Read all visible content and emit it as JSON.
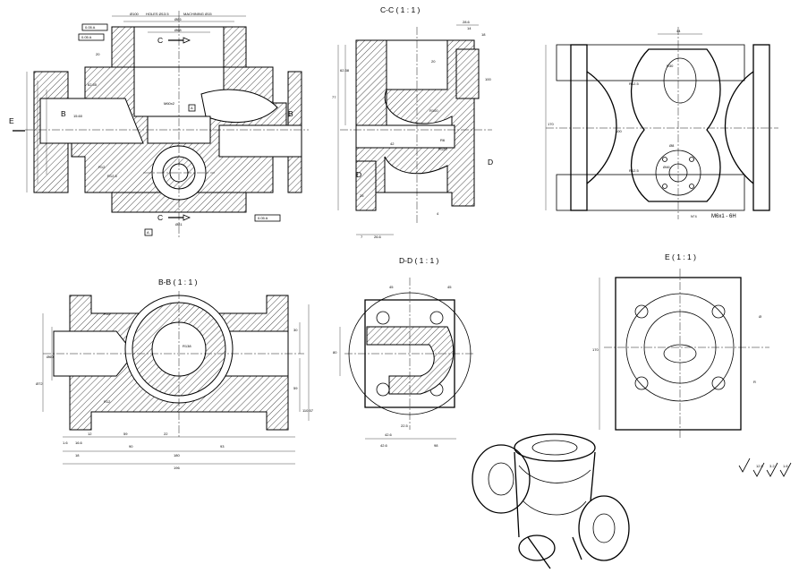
{
  "views": {
    "cc_title": "C-C ( 1 : 1 )",
    "bb_title": "B-B ( 1 : 1 )",
    "dd_title": "D-D ( 1 : 1 )",
    "e_title": "E ( 1 : 1 )"
  },
  "section_markers": {
    "c": "C",
    "b": "B",
    "d": "D",
    "e": "E"
  },
  "front_view": {
    "dims": [
      "Ø100",
      "HOLES Ø13.5",
      "MACHINING Ø15",
      "Ø86",
      "Ø68",
      "62.55",
      "15.60",
      "M60x2",
      "R12",
      "R12.5",
      "Ø81",
      "20"
    ],
    "datums": [
      "A",
      "A"
    ],
    "tolerances": [
      "0.05 A",
      "0.05 A",
      "0.05 A"
    ]
  },
  "cc_view": {
    "dims": [
      "28.6",
      "14",
      "18",
      "20",
      "100",
      "62.38",
      "77",
      "42",
      "R100",
      "R120",
      "R6",
      "4",
      "25",
      "26.6",
      "7"
    ]
  },
  "top_right_view": {
    "dims": [
      "44",
      "R30",
      "R12.5",
      "R12.5",
      "Ø46",
      "Ø8",
      "N°4",
      "170",
      "100",
      "M6x1 - 6H"
    ]
  },
  "bb_view": {
    "dims": [
      "R12",
      "R138",
      "R12",
      "Ø60",
      "Ø72",
      "30",
      "59",
      "110.57",
      "1.6",
      "16.6",
      "12",
      "59",
      "22",
      "90",
      "93",
      "18",
      "180",
      "196"
    ]
  },
  "dd_view": {
    "dims": [
      "80",
      "45",
      "45",
      "22.5",
      "42.6",
      "42.6",
      "98"
    ]
  },
  "e_view": {
    "dims": [
      "170",
      "Ø",
      "R"
    ]
  },
  "surface_finish": {
    "values": [
      "12.5",
      "3.2",
      "1.6"
    ]
  }
}
